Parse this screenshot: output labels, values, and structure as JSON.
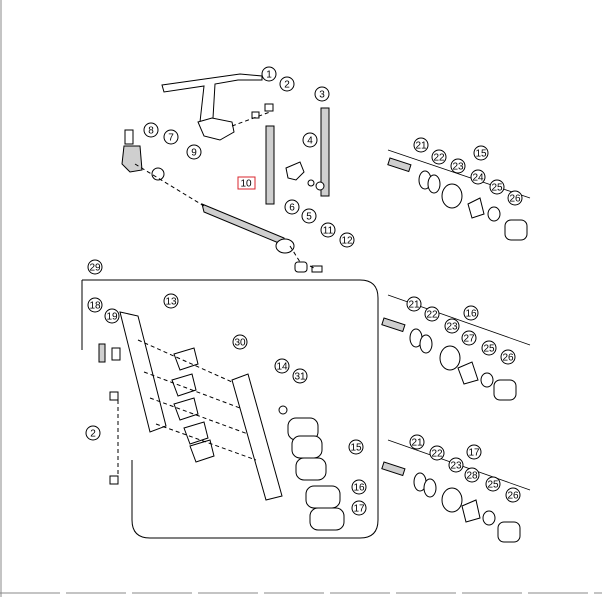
{
  "diagram": {
    "callouts": [
      "1",
      "2",
      "3",
      "4",
      "5",
      "6",
      "7",
      "8",
      "9",
      "10",
      "11",
      "12",
      "13",
      "14",
      "15",
      "15",
      "16",
      "16",
      "17",
      "17",
      "18",
      "19",
      "2",
      "21",
      "22",
      "23",
      "24",
      "25",
      "26",
      "21",
      "22",
      "23",
      "27",
      "25",
      "26",
      "21",
      "22",
      "23",
      "28",
      "25",
      "26",
      "29",
      "30",
      "31"
    ],
    "highlighted_callout": "10",
    "colors": {
      "line": "#000000",
      "highlight": "#d9262c",
      "part_fill": "#ffffff",
      "shade": "#cfcfcf"
    }
  }
}
